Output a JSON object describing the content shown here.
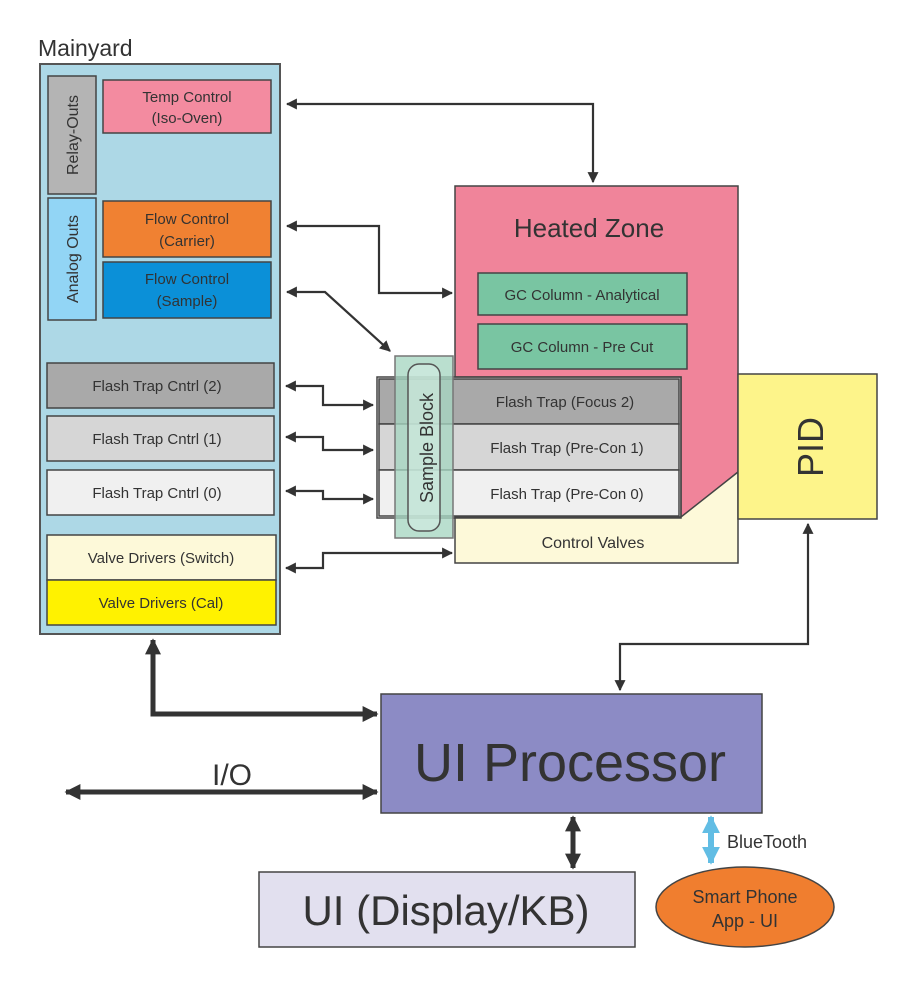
{
  "mainyard": {
    "label": "Mainyard",
    "relay_outs": "Relay-Outs",
    "analog_outs": "Analog Outs",
    "temp_control": [
      "Temp Control",
      "(Iso-Oven)"
    ],
    "flow_carrier": [
      "Flow Control",
      "(Carrier)"
    ],
    "flow_sample": [
      "Flow Control",
      "(Sample)"
    ],
    "flash_cntrl": [
      "Flash Trap Cntrl (2)",
      "Flash Trap Cntrl (1)",
      "Flash Trap Cntrl (0)"
    ],
    "valve_switch": "Valve Drivers (Switch)",
    "valve_cal": "Valve Drivers (Cal)"
  },
  "heated_zone": {
    "label": "Heated Zone",
    "gc_analytical": "GC Column - Analytical",
    "gc_precut": "GC Column - Pre Cut",
    "flash_traps": [
      "Flash Trap (Focus 2)",
      "Flash Trap (Pre-Con 1)",
      "Flash Trap (Pre-Con 0)"
    ],
    "control_valves": "Control Valves"
  },
  "sample_block": "Sample Block",
  "pid": "PID",
  "ui_processor": "UI Processor",
  "io": "I/O",
  "ui_display": "UI (Display/KB)",
  "bluetooth": "BlueTooth",
  "smartphone": [
    "Smart Phone",
    "App - UI"
  ],
  "colors": {
    "mainyard": "#add8e6",
    "heated_zone": "#f0849a",
    "pink_box": "#f38ba0",
    "orange": "#f08132",
    "blue": "#0b90d8",
    "gc_column": "#79c5a2",
    "pid": "#fdf48a",
    "processor": "#8c8bc5",
    "display": "#e2e0ef",
    "yellow": "#fff200",
    "cream": "#fdf9d9",
    "phone": "#f07e2f",
    "bluetooth_arrow": "#62bde4"
  }
}
